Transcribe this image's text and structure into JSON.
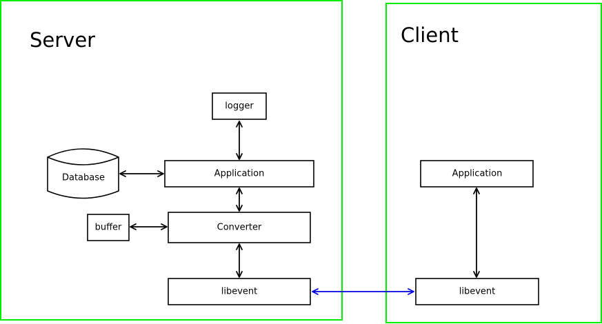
{
  "server": {
    "title": "Server",
    "logger": "logger",
    "database": "Database",
    "application": "Application",
    "buffer": "buffer",
    "converter": "Converter",
    "libevent": "libevent"
  },
  "client": {
    "title": "Client",
    "application": "Application",
    "libevent": "libevent"
  },
  "colors": {
    "zone_border": "#00ee00",
    "box_border": "#000000",
    "network_link": "#0000dd",
    "internal_link": "#000000"
  }
}
